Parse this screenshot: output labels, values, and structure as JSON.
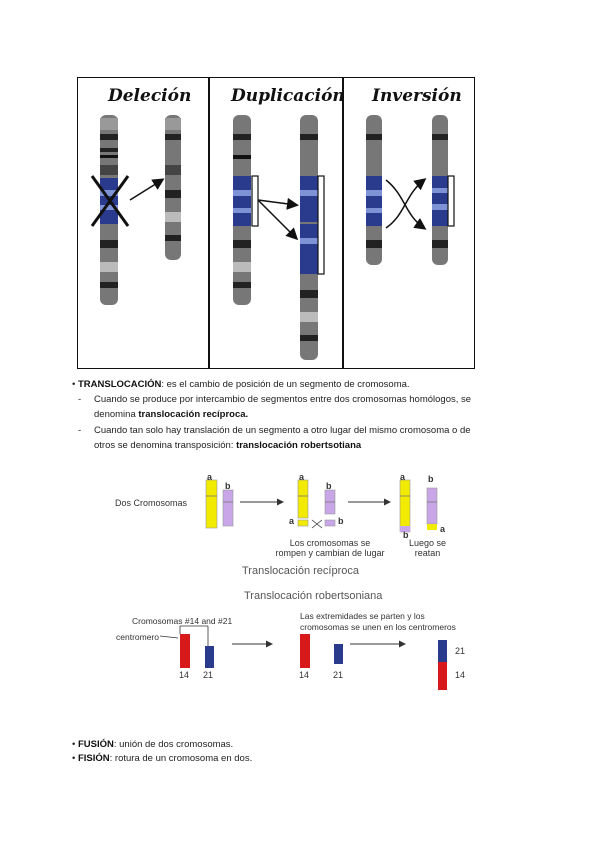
{
  "panels": {
    "deletion": "Deleción",
    "duplication": "Duplicación",
    "inversion": "Inversión"
  },
  "translocation": {
    "term": "TRANSLOCACIÓN",
    "definition": ": es el cambio de posición de un segmento de cromosoma.",
    "item1_a": "Cuando se produce por intercambio de segmentos entre dos cromosomas homólogos, se",
    "item1_b": "denomina ",
    "item1_bold": "translocación recíproca.",
    "item2_a": "Cuando tan solo hay translación de un segmento a otro lugar del mismo cromosoma o de",
    "item2_b": "otros se denomina transposición: ",
    "item2_bold": "translocación robertsotiana"
  },
  "reciprocal_fig": {
    "dos_cromosomas": "Dos Cromosomas",
    "label_a": "a",
    "label_b": "b",
    "break_text_1": "Los cromosomas se",
    "break_text_2": "rompen y cambian de lugar",
    "after_text_1": "Luego se",
    "after_text_2": "reatan",
    "caption": "Translocación recíproca"
  },
  "robertsonian_fig": {
    "title": "Translocación robertsoniana",
    "chromosomes_label": "Cromosomas #14 and #21",
    "centromere_label": "centromero",
    "ends_text_1": "Las extremidades se parten y los",
    "ends_text_2": "cromosomas se unen en los centromeros",
    "n14": "14",
    "n21": "21"
  },
  "fusion": {
    "term": "FUSIÓN",
    "text": ": unión de dos cromosomas."
  },
  "fission": {
    "term": "FISIÓN",
    "text": ": rotura de un cromosoma en dos."
  },
  "colors": {
    "blue": "#2a3a8c",
    "red": "#d7191c",
    "yellow": "#f2ea00",
    "lilac": "#c9a6e8"
  }
}
